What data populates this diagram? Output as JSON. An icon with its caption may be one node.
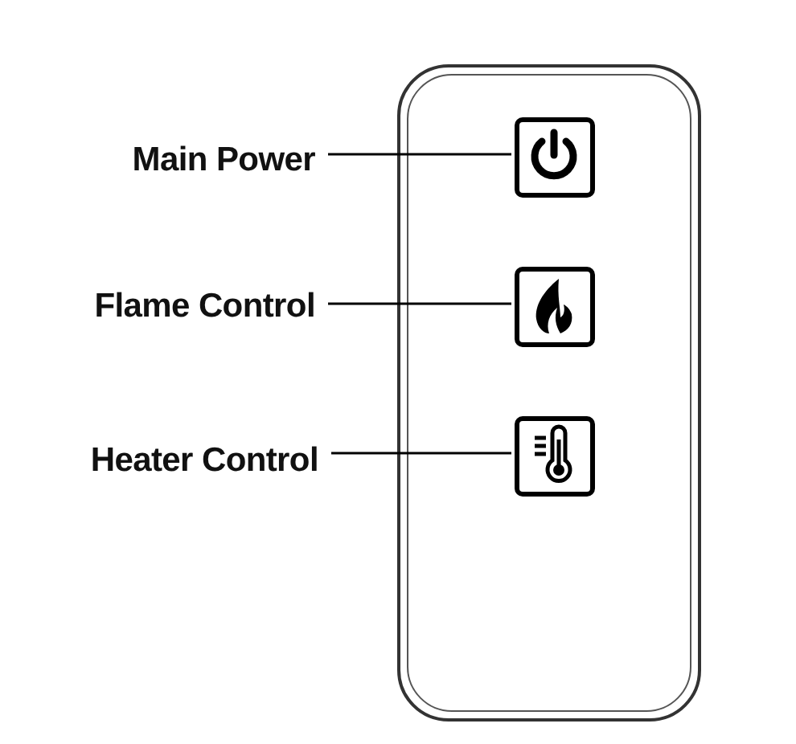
{
  "diagram": {
    "nodes": [
      {
        "text": [],
        "shape": "box"
      },
      {
        "text": [],
        "shape": "box",
        "in": 0
      },
      {
        "text": [],
        "shape": "box",
        "in": 0
      },
      {
        "text": [],
        "shape": "box",
        "in": 0
      },
      {
        "text": [
          "Main Power"
        ]
      },
      {
        "text": [
          "Flame Control"
        ]
      },
      {
        "text": [
          "Heater Control"
        ]
      }
    ],
    "edges": [
      {
        "from": 4,
        "to": 1,
        "arrow": "none"
      },
      {
        "from": 5,
        "to": 2,
        "arrow": "none"
      },
      {
        "from": 6,
        "to": 3,
        "arrow": "none"
      }
    ]
  }
}
